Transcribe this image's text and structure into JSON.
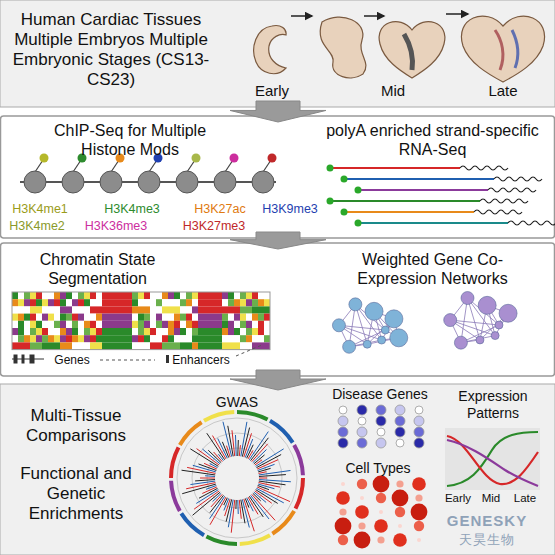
{
  "diagram": {
    "nodes": [
      {
        "text": [
          "Human Cardiac Tissues Multiple Embryos Multiple Embryonic Stages (CS13-CS23)",
          "Early",
          "Mid",
          "Late"
        ]
      },
      {
        "text": [
          "ChIP-Seq for Multiple Histone Mods",
          "H3K4me1",
          "H3K4me3",
          "H3K27ac",
          "H3K9me3",
          "H3K4me2",
          "H3K36me3",
          "H3K27me3",
          "polyA enriched strand-specific RNA-Seq"
        ]
      },
      {
        "text": [
          "Chromatin State Segmentation",
          "Genes",
          "Enhancers",
          "Weighted Gene Co-Expression Networks"
        ]
      },
      {
        "text": [
          "Multi-Tissue Comparisons",
          "Functional and Genetic Enrichments",
          "GWAS",
          "Disease Genes",
          "Cell Types",
          "Expression Patterns",
          "Early",
          "Mid",
          "Late"
        ]
      }
    ],
    "edges": [
      {
        "from": 0,
        "to": 1,
        "arrow": "to"
      },
      {
        "from": 1,
        "to": 2,
        "arrow": "to"
      },
      {
        "from": 2,
        "to": 3,
        "arrow": "to"
      }
    ],
    "labels": [
      "GENESKY",
      "天昊生物"
    ]
  }
}
